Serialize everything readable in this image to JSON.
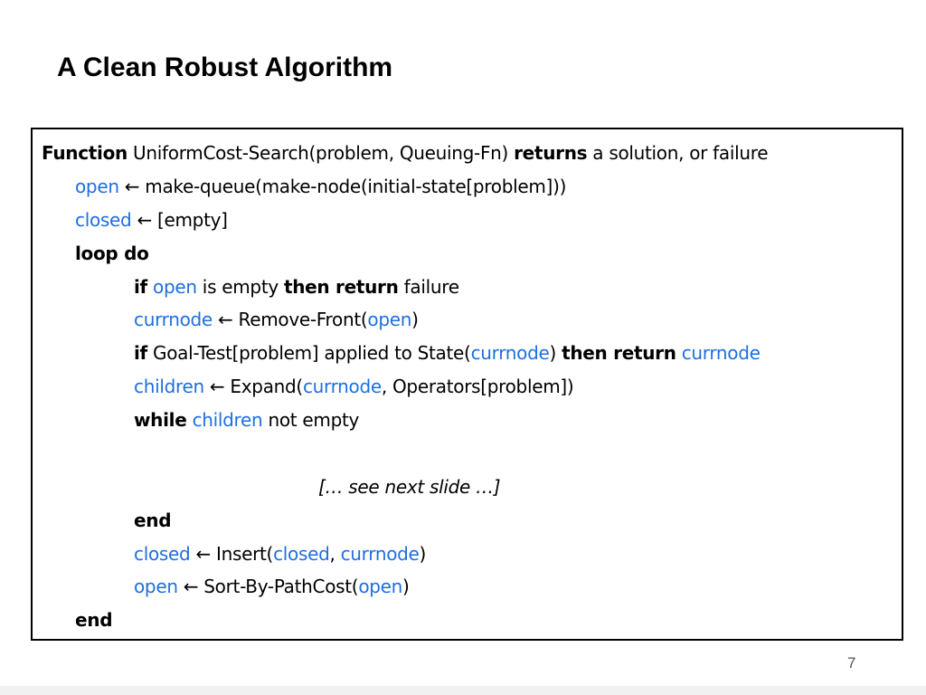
{
  "slide": {
    "title": "A Clean Robust Algorithm",
    "page_number": "7"
  },
  "colors": {
    "variable": "#1e6fe0",
    "text": "#000000",
    "border": "#000000"
  },
  "code": {
    "l1": {
      "kw1": "Function",
      "t1": " UniformCost-Search(problem, Queuing-Fn) ",
      "kw2": "returns",
      "t2": " a solution, or failure"
    },
    "l2": {
      "v1": "open",
      "t1": " ← make-queue(make-node(initial-state[problem]))"
    },
    "l3": {
      "v1": "closed",
      "t1": " ← [empty]"
    },
    "l4": {
      "kw1": "loop do"
    },
    "l5": {
      "kw1": "if",
      "t1": " ",
      "v1": "open",
      "t2": " is empty ",
      "kw2": "then return",
      "t3": " failure"
    },
    "l6": {
      "v1": "currnode",
      "t1": " ← Remove-Front(",
      "v2": "open",
      "t2": ")"
    },
    "l7": {
      "kw1": "if",
      "t1": " Goal-Test[problem] applied to State(",
      "v1": "currnode",
      "t2": ") ",
      "kw2": "then return",
      "t3": " ",
      "v2": "currnode"
    },
    "l8": {
      "v1": "children",
      "t1": " ← Expand(",
      "v2": "currnode",
      "t2": ", Operators[problem])"
    },
    "l9": {
      "kw1": "while",
      "t1": " ",
      "v1": "children",
      "t2": " not empty"
    },
    "l10": {
      "note": "[… see next slide …]"
    },
    "l11": {
      "kw1": "end"
    },
    "l12": {
      "v1": "closed",
      "t1": " ← Insert(",
      "v2": "closed",
      "t2": ", ",
      "v3": "currnode",
      "t3": ")"
    },
    "l13": {
      "v1": "open",
      "t1": " ← Sort-By-PathCost(",
      "v2": "open",
      "t2": ")"
    },
    "l14": {
      "kw1": "end"
    }
  }
}
